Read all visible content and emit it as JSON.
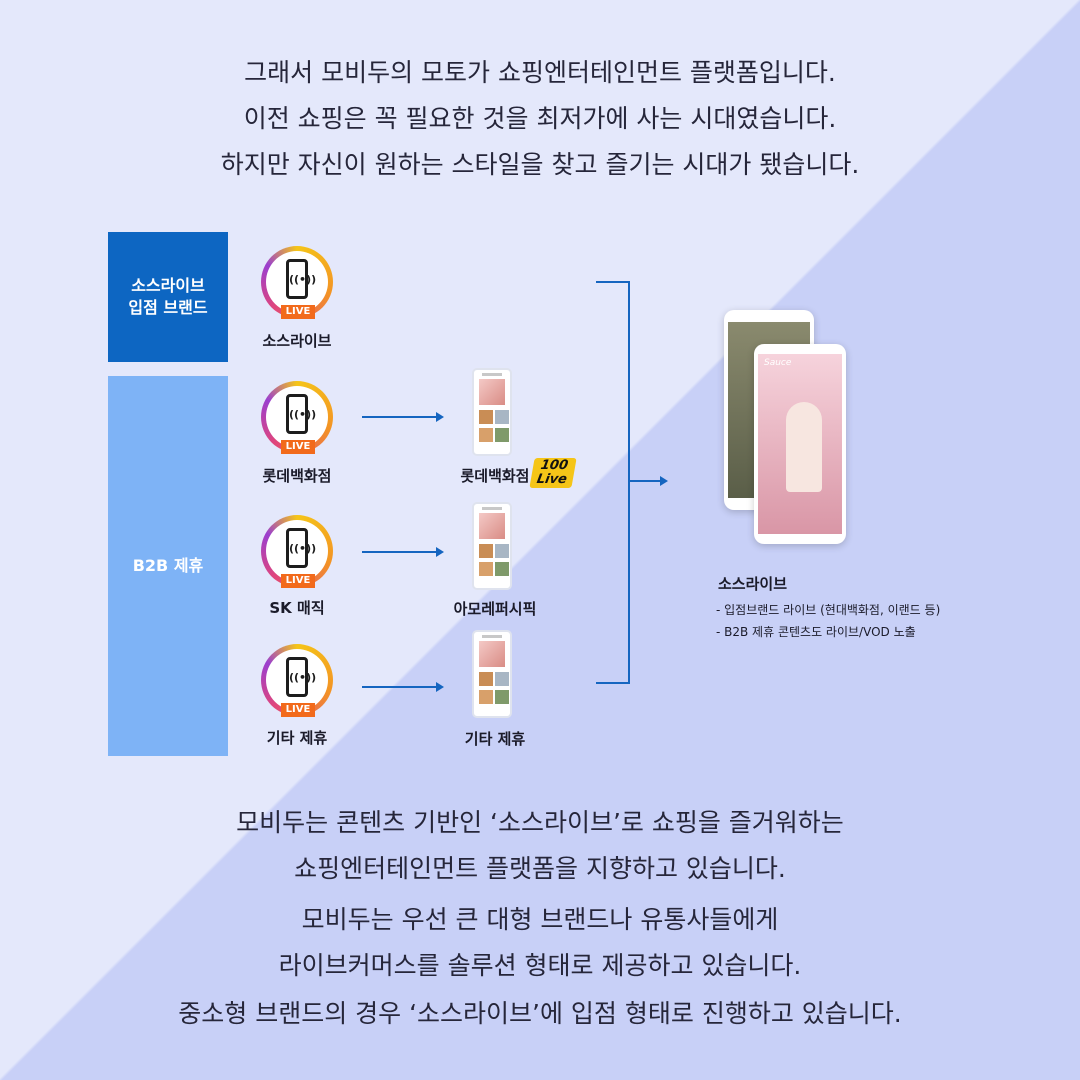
{
  "top_paragraph": [
    "그래서 모비두의 모토가 쇼핑엔터테인먼트 플랫폼입니다.",
    "이전 쇼핑은 꼭 필요한 것을 최저가에 사는 시대였습니다.",
    "하지만 자신이 원하는 스타일을 찾고 즐기는 시대가 됐습니다."
  ],
  "diagram": {
    "side_boxes": [
      {
        "label": "소스라이브\n입점 브랜드"
      },
      {
        "label": "B2B 제휴"
      }
    ],
    "live_badge": "LIVE",
    "sources": [
      "소스라이브",
      "롯데백화점",
      "SK 매직",
      "기타 제휴"
    ],
    "targets": [
      "롯데백화점",
      "아모레퍼시픽",
      "기타 제휴"
    ],
    "logo_100live": "100\nLive",
    "phone_brand": "Sauce",
    "result": {
      "title": "소스라이브",
      "lines": [
        "- 입점브랜드 라이브 (현대백화점, 이랜드 등)",
        "- B2B 제휴 콘텐츠도 라이브/VOD 노출"
      ]
    },
    "colors": {
      "primary_box": "#0d66c2",
      "secondary_box": "#7eb3f6",
      "arrow": "#1565c0",
      "live_badge": "#f26a1b"
    }
  },
  "bottom_paragraphs": [
    [
      "모비두는 콘텐츠 기반인 ‘소스라이브’로 쇼핑을 즐거워하는",
      "쇼핑엔터테인먼트 플랫폼을 지향하고 있습니다."
    ],
    [
      "모비두는 우선 큰 대형 브랜드나 유통사들에게",
      "라이브커머스를 솔루션 형태로 제공하고 있습니다."
    ],
    [
      "중소형 브랜드의 경우 ‘소스라이브’에 입점 형태로 진행하고 있습니다."
    ]
  ]
}
